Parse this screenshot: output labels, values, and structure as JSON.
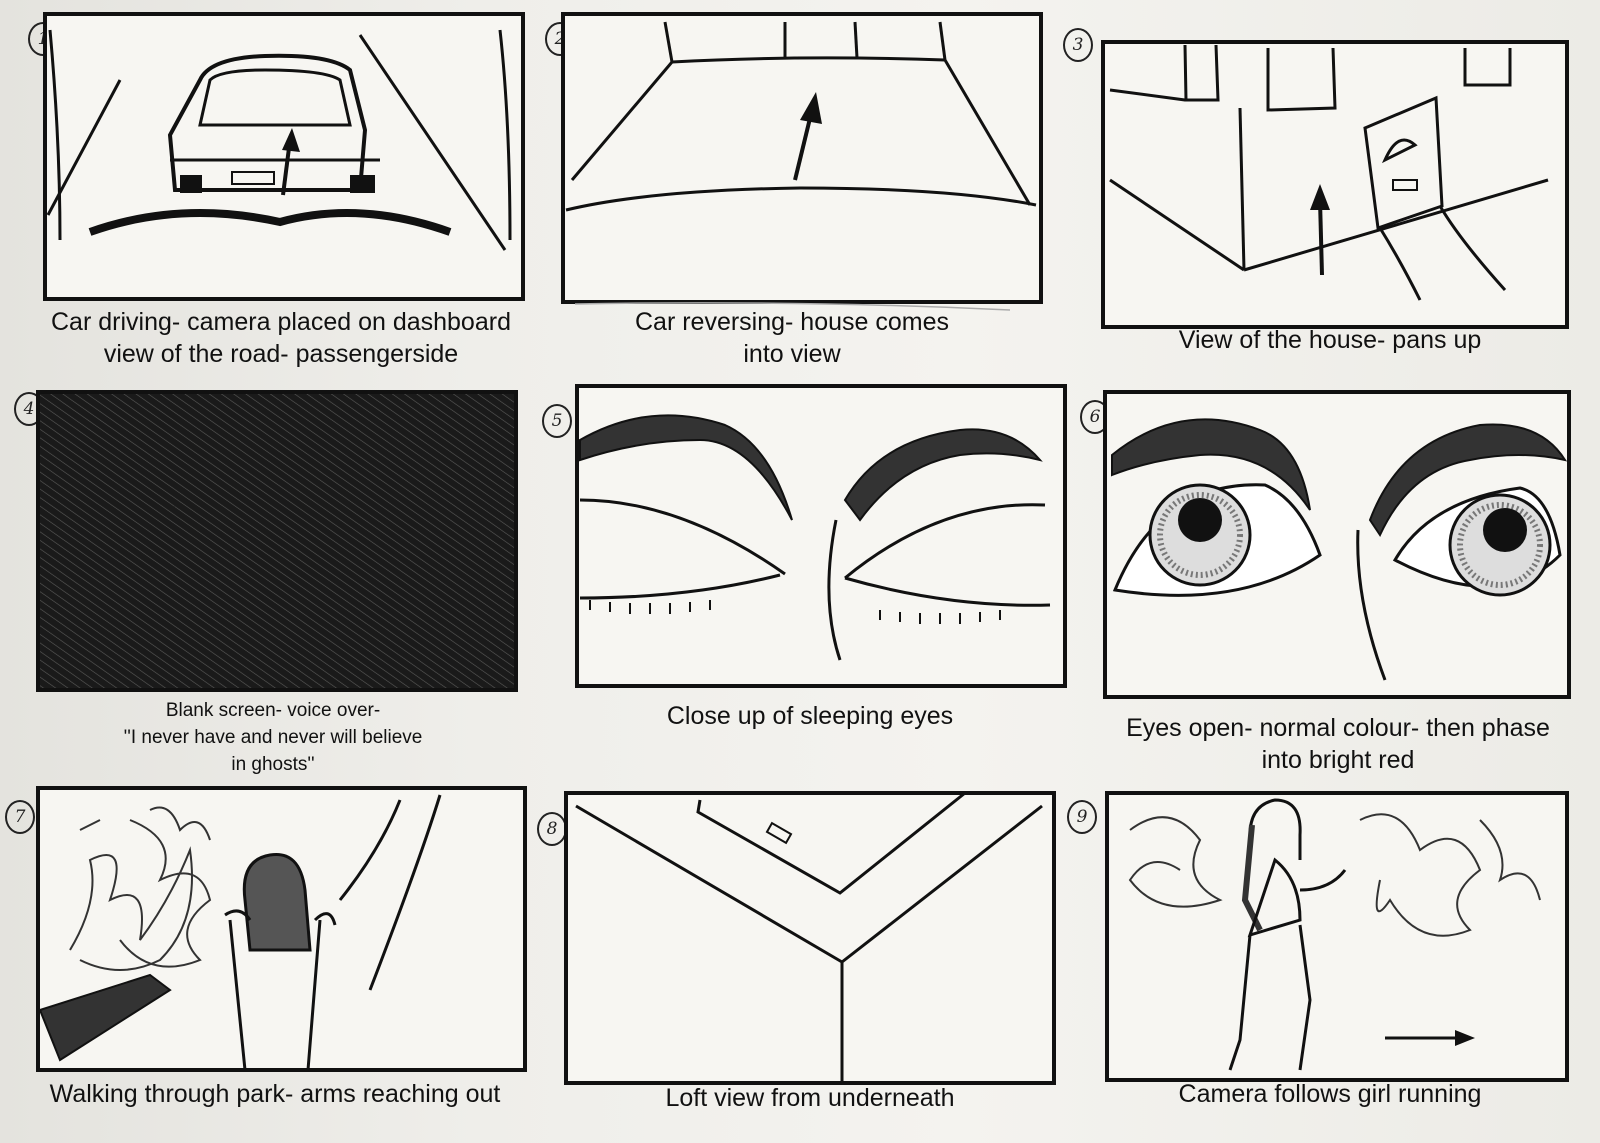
{
  "storyboard": {
    "panels": [
      {
        "number": "1",
        "caption_lines": [
          "Car driving- camera placed on dashboard",
          "view of the road- passengerside"
        ]
      },
      {
        "number": "2",
        "caption_lines": [
          "Car reversing- house comes",
          "into view"
        ]
      },
      {
        "number": "3",
        "caption_lines": [
          "View of the house- pans up"
        ]
      },
      {
        "number": "4",
        "caption_lines": [
          "Blank screen- voice over-",
          "''I never have and never will believe",
          "in ghosts''"
        ]
      },
      {
        "number": "5",
        "caption_lines": [
          "Close up of sleeping eyes"
        ]
      },
      {
        "number": "6",
        "caption_lines": [
          "Eyes open- normal colour- then phase",
          "into bright red"
        ]
      },
      {
        "number": "7",
        "caption_lines": [
          "Walking through park- arms reaching out"
        ]
      },
      {
        "number": "8",
        "caption_lines": [
          "Loft view from underneath"
        ]
      },
      {
        "number": "9",
        "caption_lines": [
          "Camera follows girl running"
        ]
      }
    ]
  },
  "colors": {
    "paper": "#efeeea",
    "ink": "#111111",
    "pencil": "#9a9a96"
  }
}
